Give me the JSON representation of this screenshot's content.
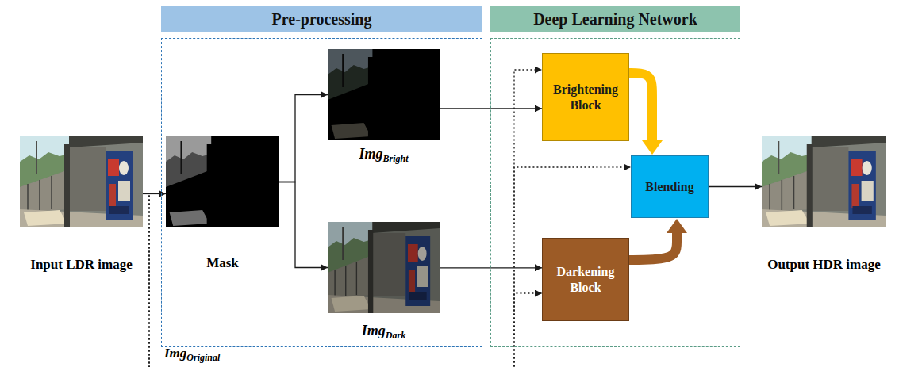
{
  "diagram": {
    "nodes": [
      {
        "text": [
          "Input LDR image"
        ]
      },
      {
        "text": [
          "Pre-processing"
        ]
      },
      {
        "text": [
          "Mask"
        ],
        "in": 1
      },
      {
        "text": [
          "Img",
          "Bright"
        ],
        "in": 1
      },
      {
        "text": [
          "Img",
          "Dark"
        ],
        "in": 1
      },
      {
        "text": [
          "Deep Learning Network"
        ]
      },
      {
        "text": [
          "Brightening Block"
        ],
        "in": 5
      },
      {
        "text": [
          "Darkening Block"
        ],
        "in": 5
      },
      {
        "text": [
          "Blending"
        ],
        "in": 5
      },
      {
        "text": [
          "Output HDR image"
        ]
      }
    ],
    "edges": [
      {
        "from": 0,
        "to": 2,
        "arrow": "to"
      },
      {
        "from": 2,
        "to": 3,
        "arrow": "to"
      },
      {
        "from": 2,
        "to": 4,
        "arrow": "to"
      },
      {
        "from": 3,
        "to": 6,
        "arrow": "to"
      },
      {
        "from": 4,
        "to": 7,
        "arrow": "to"
      },
      {
        "from": 6,
        "to": 8,
        "arrow": "to"
      },
      {
        "from": 7,
        "to": 8,
        "arrow": "to"
      },
      {
        "from": 8,
        "to": 9,
        "arrow": "to"
      },
      {
        "from": 0,
        "to": 6,
        "arrow": "to"
      },
      {
        "from": 0,
        "to": 8,
        "arrow": "to"
      },
      {
        "from": 0,
        "to": 7,
        "arrow": "to"
      }
    ],
    "labels": [
      "Img",
      "Original"
    ]
  }
}
